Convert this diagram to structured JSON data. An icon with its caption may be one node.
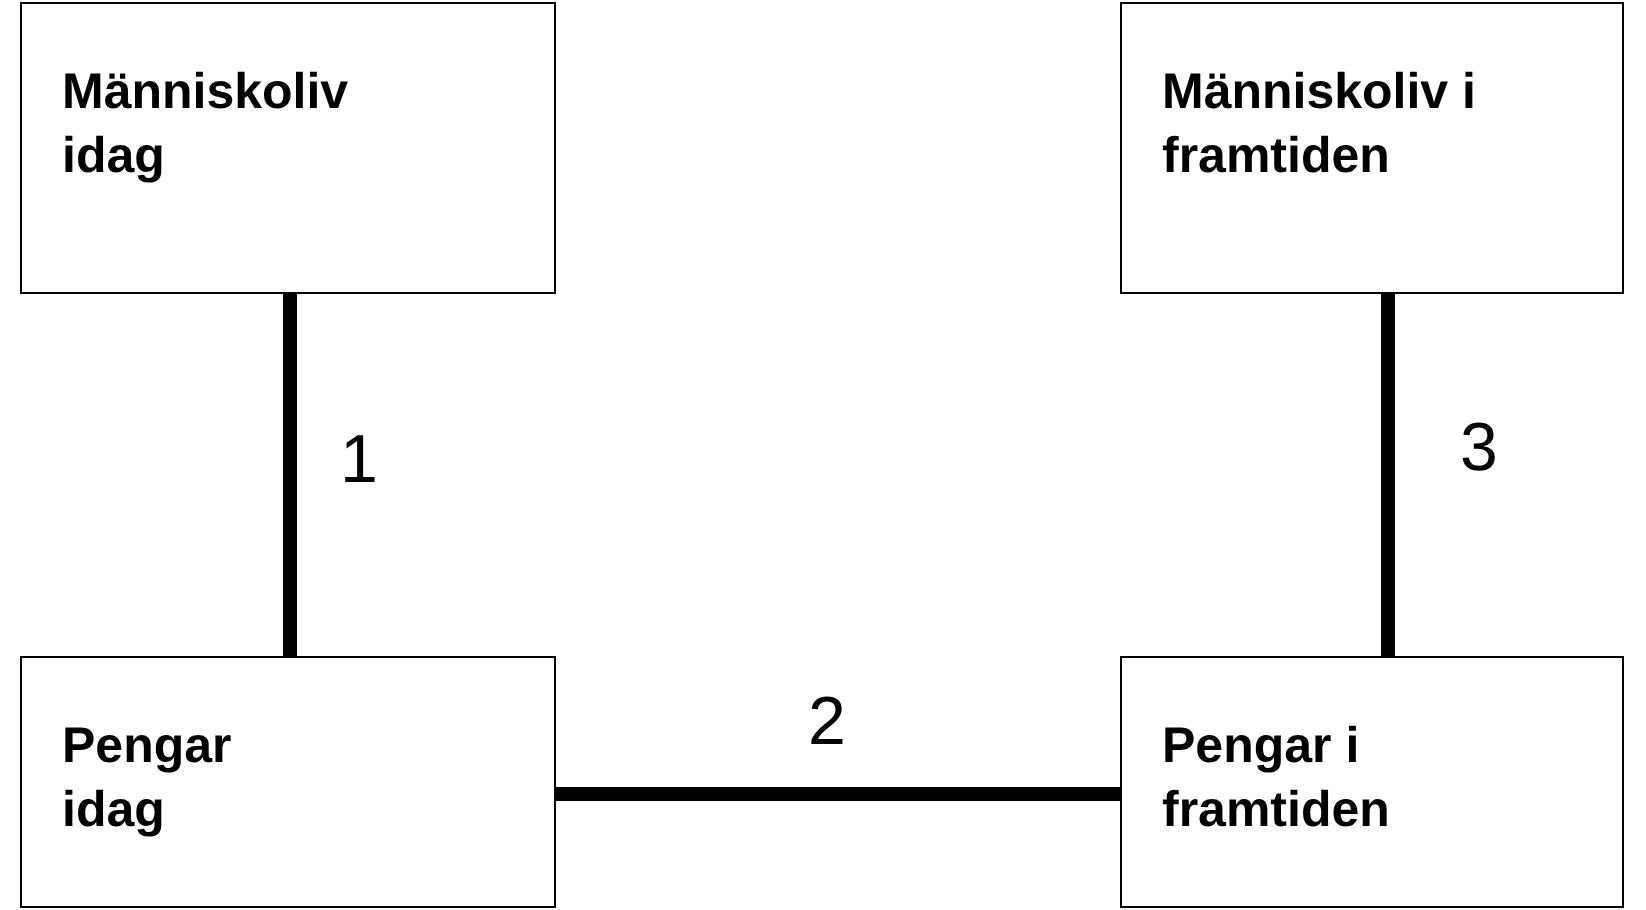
{
  "diagram": {
    "nodes": [
      {
        "text": [
          "Människoliv idag"
        ]
      },
      {
        "text": [
          "Människoliv i framtiden"
        ]
      },
      {
        "text": [
          "Pengar idag"
        ]
      },
      {
        "text": [
          "Pengar i framtiden"
        ]
      }
    ],
    "edges": [
      {
        "from": 0,
        "to": 2,
        "arrow": "none",
        "label": "1"
      },
      {
        "from": 2,
        "to": 3,
        "arrow": "none",
        "label": "2"
      },
      {
        "from": 1,
        "to": 3,
        "arrow": "none",
        "label": "3"
      }
    ]
  }
}
